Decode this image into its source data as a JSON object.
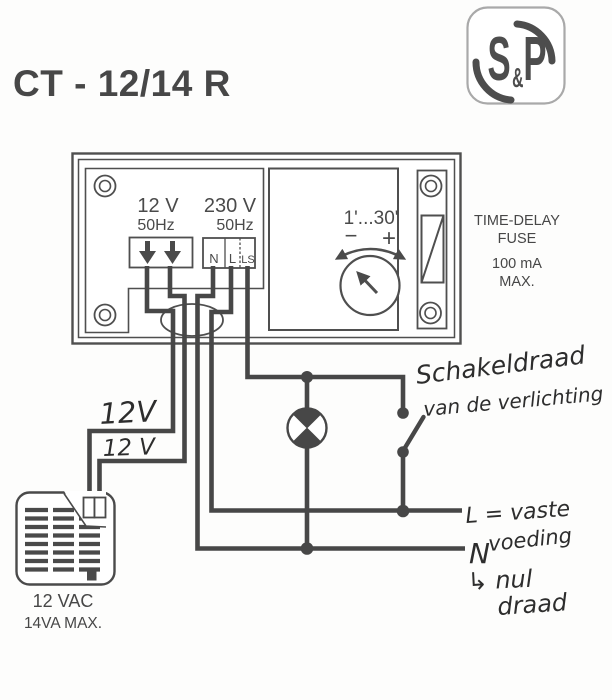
{
  "title": "CT - 12/14 R",
  "logo": {
    "s": "S",
    "amp": "&",
    "p": "P"
  },
  "control_unit": {
    "low_voltage": "12 V",
    "low_voltage_freq": "50Hz",
    "mains": "230 V",
    "mains_freq": "50Hz",
    "terminal_n": "N",
    "terminal_l": "L",
    "terminal_ls": "LS",
    "timer_range": "1'...30'",
    "timer_minus": "−",
    "timer_plus": "+"
  },
  "fuse_note": {
    "line1": "TIME-DELAY",
    "line2": "FUSE",
    "line3": "100 mA",
    "line4": "MAX."
  },
  "fan": {
    "label_voltage": "12 VAC",
    "label_power": "14VA MAX."
  },
  "wires": {
    "low_voltage_label_1": "12V",
    "low_voltage_label_2": "12 V"
  },
  "annotations": {
    "switch_wire_line1": "Schakeldraad",
    "switch_wire_line2": "van de verlichting",
    "live_line1": "L = vaste",
    "live_line2": "voeding",
    "neutral_label": "N",
    "neutral_note_line1": "↳ nul",
    "neutral_note_line2": "draad"
  }
}
